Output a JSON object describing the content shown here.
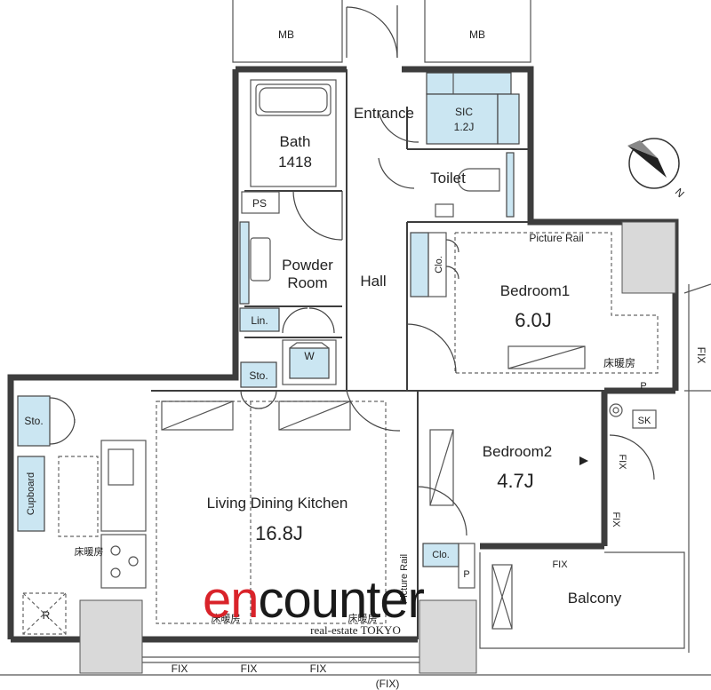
{
  "rooms": {
    "mb_left": "MB",
    "mb_right": "MB",
    "entrance": "Entrance",
    "sic_name": "SIC",
    "sic_size": "1.2J",
    "bath_name": "Bath",
    "bath_size": "1418",
    "toilet": "Toilet",
    "ps": "PS",
    "powder_1": "Powder",
    "powder_2": "Room",
    "hall": "Hall",
    "lin": "Lin.",
    "wash": "W",
    "sto_hall": "Sto.",
    "sto_kitchen": "Sto.",
    "cupboard": "Cupboard",
    "bedroom1_name": "Bedroom1",
    "bedroom1_size": "6.0J",
    "bedroom2_name": "Bedroom2",
    "bedroom2_size": "4.7J",
    "ldk_name": "Living Dining Kitchen",
    "ldk_size": "16.8J",
    "balcony": "Balcony",
    "clo_bed1": "Clo.",
    "clo_bed2": "Clo.",
    "fridge": "R",
    "sk": "SK",
    "p_bed1": "P",
    "p_clo2": "P"
  },
  "annotations": {
    "picture_rail_top": "Picture Rail",
    "picture_rail_vertical": "Picture Rail",
    "floor_heating_bed1": "床暖房",
    "floor_heating_kitchen": "床暖房",
    "floor_heating_ldk_left": "床暖房",
    "floor_heating_ldk_right": "床暖房",
    "fix_right": "FIX",
    "fix_bed2_door": "FIX",
    "fix_bed2_window": "FIX",
    "fix_balcony": "FIX",
    "fix_bottom_1": "FIX",
    "fix_bottom_2": "FIX",
    "fix_bottom_3": "FIX",
    "fix_paren": "(FIX)"
  },
  "brand": {
    "logo_en": "en",
    "logo_counter": "counter",
    "tagline": "real-estate TOKYO",
    "colors": {
      "en": "#d9232a",
      "counter": "#1a1a1a"
    }
  },
  "compass": {
    "north_label": "N",
    "icon": "north-arrow-icon"
  }
}
